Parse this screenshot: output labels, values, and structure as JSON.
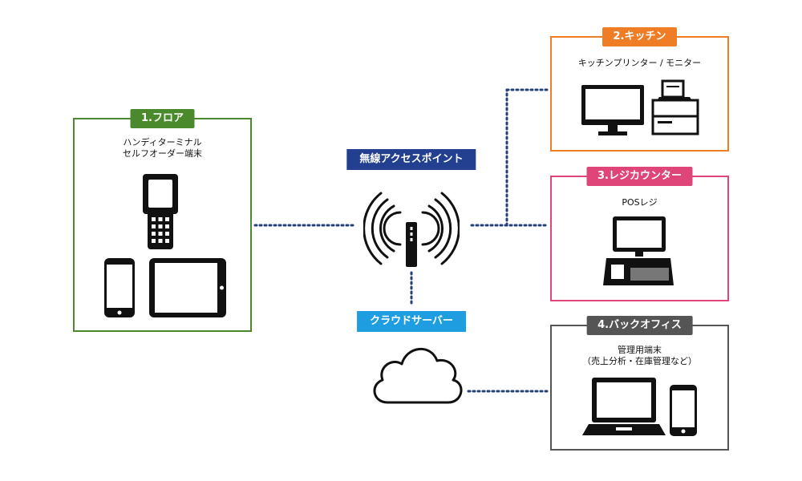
{
  "floor": {
    "label": "1.フロア",
    "caption_line1": "ハンディターミナル",
    "caption_line2": "セルフオーダー端末",
    "color": "#4b8a2c"
  },
  "kitchen": {
    "label": "2.キッチン",
    "caption": "キッチンプリンター / モニター",
    "color": "#ee7d25"
  },
  "register": {
    "label": "3.レジカウンター",
    "caption": "POSレジ",
    "color": "#e0457a"
  },
  "backoffice": {
    "label": "4.バックオフィス",
    "caption_line1": "管理用端末",
    "caption_line2": "（売上分析・在庫管理など）",
    "color": "#555555"
  },
  "access_point": {
    "label": "無線アクセスポイント",
    "color": "#233f8f"
  },
  "cloud": {
    "label": "クラウドサーバー",
    "color": "#1e9ee0"
  },
  "connector_color": "#26407a"
}
